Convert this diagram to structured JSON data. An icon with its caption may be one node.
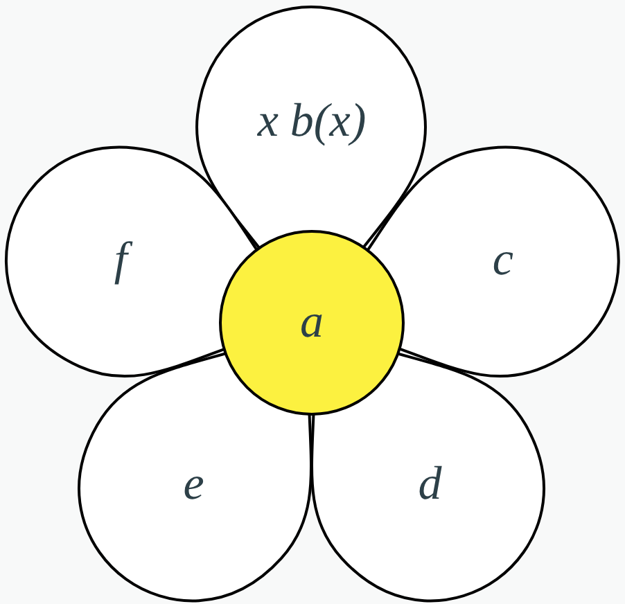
{
  "diagram": {
    "nodes": [
      {
        "text": [
          "x b(x)"
        ]
      },
      {
        "text": [
          "f"
        ]
      },
      {
        "text": [
          "c"
        ]
      },
      {
        "text": [
          "a"
        ]
      },
      {
        "text": [
          "e"
        ]
      },
      {
        "text": [
          "d"
        ]
      }
    ]
  }
}
